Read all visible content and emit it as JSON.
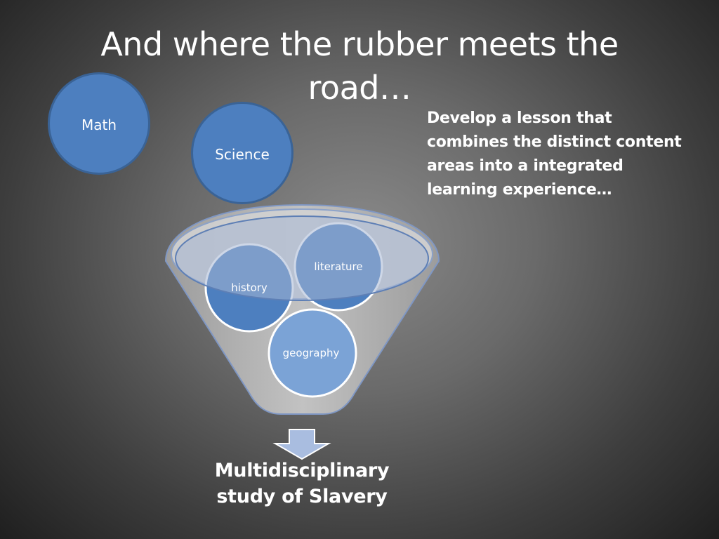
{
  "slide": {
    "title": "And where the rubber meets the road…",
    "task": "Develop a lesson that combines the distinct content areas into a integrated learning experience…",
    "result": "Multidisciplinary study of Slavery"
  },
  "subjects": {
    "math": "Math",
    "science": "Science",
    "history": "history",
    "literature": "literature",
    "geography": "geography"
  },
  "colors": {
    "background": "#6a6a6a",
    "bubble_blue": "#4d7fbf",
    "funnel_gray": "#b0b0b0",
    "arrow_fill": "#a9bde0"
  }
}
